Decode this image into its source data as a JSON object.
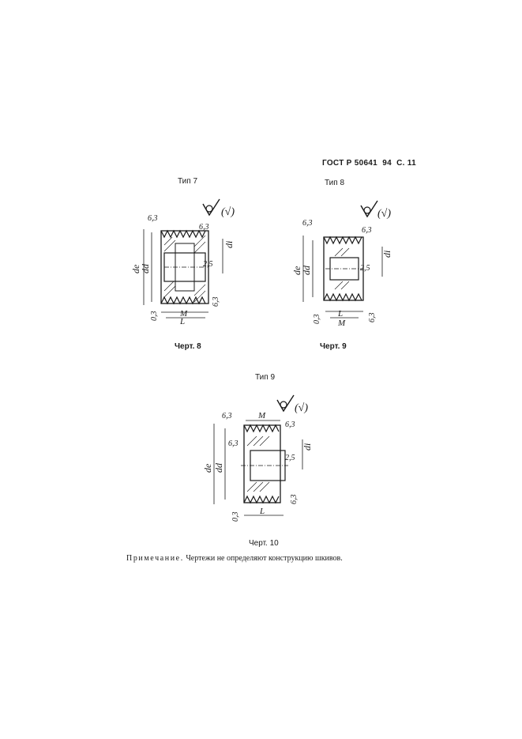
{
  "header": {
    "standard": "ГОСТ Р 50641",
    "year": "94",
    "page": "С. 11"
  },
  "drawings": [
    {
      "type_label": "Тип 7",
      "caption": "Черт. 8",
      "dims": {
        "de": "de",
        "dd": "dd",
        "di": "di",
        "M": "M",
        "L": "L"
      },
      "roughness": {
        "general": "6,3",
        "bore": "2,5",
        "edge": "0,3",
        "sym": "(√)"
      }
    },
    {
      "type_label": "Тип 8",
      "caption": "Черт. 9",
      "dims": {
        "de": "de",
        "dd": "dd",
        "di": "di",
        "M": "M",
        "L": "L"
      },
      "roughness": {
        "general": "6,3",
        "bore": "2,5",
        "edge": "0,3",
        "sym": "(√)"
      }
    },
    {
      "type_label": "Тип 9",
      "caption": "Черт. 10",
      "dims": {
        "de": "de",
        "dd": "dd",
        "di": "di",
        "M": "M",
        "L": "L"
      },
      "roughness": {
        "general": "6,3",
        "bore": "2,5",
        "edge": "0,3",
        "sym": "(√)"
      }
    }
  ],
  "note": {
    "prefix": "Примечание.",
    "text": " Чертежи не определяют конструкцию шкивов."
  }
}
